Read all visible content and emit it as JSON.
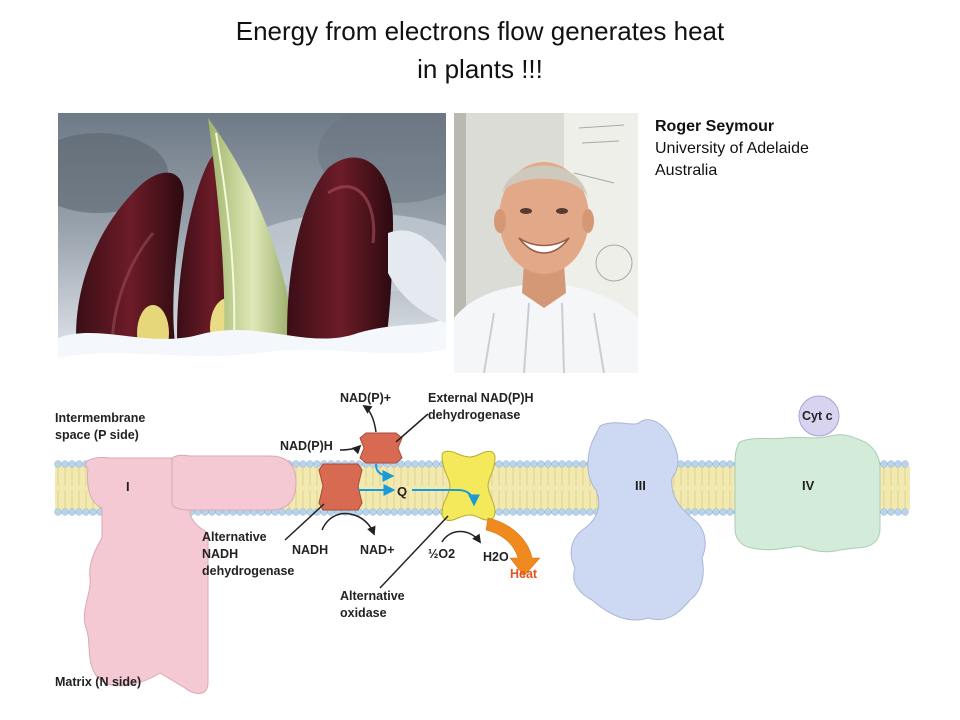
{
  "slide": {
    "title_line1": "Energy from electrons flow generates heat",
    "title_line2": "in plants !!!"
  },
  "credit": {
    "name": "Roger Seymour",
    "affiliation": "University of Adelaide",
    "country": "Australia"
  },
  "diagram": {
    "intermembrane_line1": "Intermembrane",
    "intermembrane_line2": "space (P side)",
    "matrix_label": "Matrix (N side)",
    "complex_i": "I",
    "complex_iii": "III",
    "complex_iv": "IV",
    "cyt_c": "Cyt c",
    "q": "Q",
    "nadp_plus": "NAD(P)+",
    "nadph": "NAD(P)H",
    "external_line1": "External NAD(P)H",
    "external_line2": "dehydrogenase",
    "alt_nadh_line1": "Alternative",
    "alt_nadh_line2": "NADH",
    "alt_nadh_line3": "dehydrogenase",
    "nadh": "NADH",
    "nad_plus": "NAD+",
    "half_o2": "½O2",
    "h2o": "H2O",
    "heat": "Heat",
    "alt_oxidase_line1": "Alternative",
    "alt_oxidase_line2": "oxidase"
  },
  "colors": {
    "complex_i": "#f4c9d3",
    "complex_iii": "#cdd8f2",
    "complex_iv": "#d3ecd9",
    "cyt_c": "#d8d4f0",
    "alt_nadh_dehydrogenase": "#d86a52",
    "alt_oxidase": "#f3e95a",
    "membrane_head": "#b8d3ea",
    "membrane_tail": "#f1e9b0",
    "electron_arrow": "#1a9ad6",
    "heat_arrow": "#f08a1e"
  },
  "icons": [
    "skunk-cabbage-photo",
    "portrait-photo"
  ]
}
